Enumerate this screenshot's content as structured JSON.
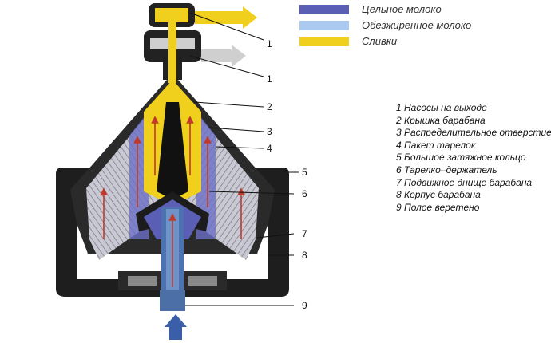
{
  "legend": [
    {
      "label": "Цельное молоко",
      "color": "#5a5fb5"
    },
    {
      "label": "Обезжиренное молоко",
      "color": "#a9c9ee"
    },
    {
      "label": "Сливки",
      "color": "#f1cf1d"
    }
  ],
  "callouts": [
    "1",
    "1",
    "2",
    "3",
    "4",
    "5",
    "6",
    "7",
    "8",
    "9"
  ],
  "parts": [
    "1 Насосы на выходе",
    "2 Крышка барабана",
    "3 Распределительное отверстие",
    "4 Пакет тарелок",
    "5 Большое затяжное кольцо",
    "6 Тарелко–держатель",
    "7 Подвижное днище барабана",
    "8 Корпус барабана",
    "9 Полое веретено"
  ],
  "colors": {
    "housing": "#222222",
    "disc_stack": "#b8b8c4",
    "cream_arrow": "#f1cf1d",
    "skim_arrow": "#cfcfcf",
    "inlet_arrow": "#3a5ea8",
    "flow_arrow": "#c0392b"
  }
}
